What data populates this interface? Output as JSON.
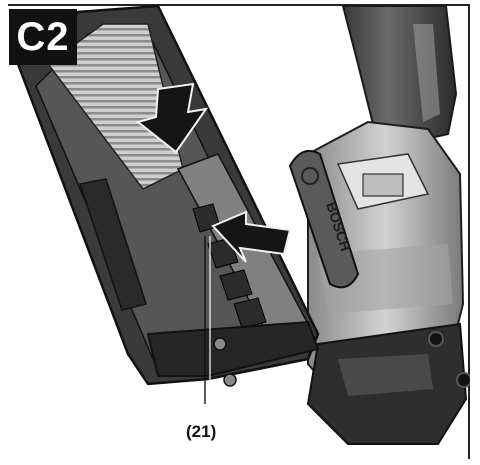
{
  "figure": {
    "label": "C2",
    "callout": "(21)",
    "brand_text": "BOSCH",
    "colors": {
      "badge_bg": "#111111",
      "tool_dark": "#2c2c2c",
      "tool_mid": "#6f6f6f",
      "tool_light": "#b9b9b9",
      "arrow": "#151515"
    }
  }
}
